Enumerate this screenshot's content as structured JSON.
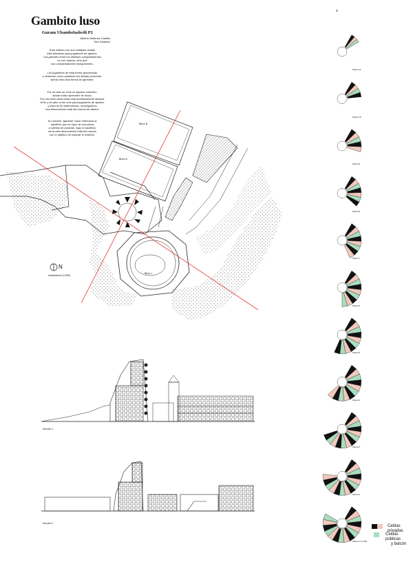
{
  "title": "Gambito luso",
  "subtitle": "Guram Ubambelashvili P2",
  "authors": [
    "Alberto Martínez Castillo",
    "Toni Gelabert"
  ],
  "paragraphs": [
    [
      "Este edificio con sus múltiples celdas",
      "está diseñado para jugadores de ajedrez.",
      "Las paredes entre los distintos compartimentos",
      "no son opacos, sino que",
      "son completamente transparentes."
    ],
    [
      "Los jugadores de esta forma aprovechan",
      "y observan como practican los demás personas,",
      "siendo esta otra forma de aprender."
    ],
    [
      "Por un lado se crea un espacio colectivo,",
      "donde todos aprenden de todos.",
      "Por otro lado cada celda está acústicamente aislada.",
      "Al fin y al cabo al ser solo para jugadores de ajedrez",
      "y para un fin determinado, conseguimos",
      "una desconexión total del mundo de afuera."
    ],
    [
      "Su nombre \"gambito\" hace referencia al",
      "sacrificio que se hace de una pieza",
      "a cambio de posición. Aquí el sacrificio",
      "sería esta desconexión total del mundo",
      "con el objetivo de mejorar lo máximo."
    ]
  ],
  "site_plan": {
    "block_labels": [
      "Bloco B",
      "Bloco A",
      "Bloco I"
    ],
    "north_label": "N",
    "scale_label": "Implantación (1:500)"
  },
  "sections": [
    "Sección 1",
    "Sección 2"
  ],
  "plants": [
    "Planta 11",
    "Planta 10",
    "Planta 9",
    "Planta 8",
    "Planta 7",
    "Planta 6",
    "Planta 5",
    "Planta 4",
    "Planta 3",
    "Planta 2",
    "Planta 1 (1:100)"
  ],
  "legend": {
    "private_label": "Celdas privadas",
    "public_label_1": "Celdas públicas",
    "public_label_2": "y balcón",
    "colors": {
      "private_black": "#111111",
      "private_pink": "#f2c8bd",
      "public_green": "#a9ddc0"
    }
  },
  "colors": {
    "axis_red": "#e03a3a"
  }
}
